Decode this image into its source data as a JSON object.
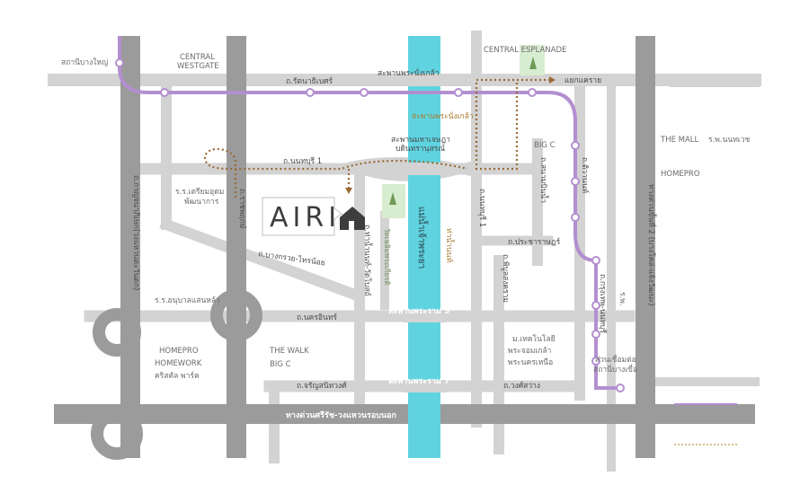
{
  "brand": {
    "name": "AIRI"
  },
  "river": {
    "label": "แม่น้ำเจ้าพระยา",
    "color": "#5fd4e0"
  },
  "colors": {
    "road": "#d3d3d3",
    "highway": "#9b9b9b",
    "purple_line": "#b38fd0",
    "boat_route": "#9a6a35",
    "park": "#d8ecd0"
  },
  "places": {
    "central_westgate": [
      "CENTRAL",
      "WESTGATE"
    ],
    "bang_yai_station": "สถานีบางใหญ่",
    "central_esplanade": "CENTRAL  ESPLANADE",
    "khae_rai": "แยกแคราย",
    "mall": "THE MALL",
    "hospital_nonthavej": "ร.พ.นนทเวช",
    "homepro_right": "HOMEPRO",
    "bigc_top": "BIG C",
    "pier_nonthaburi": "ท่าน้ำนนท์",
    "wat_chaloem": "วัดเฉลิมพระเกียรติ",
    "school_triam": [
      "ร.ร.เตรียมอุดม",
      "พัฒนาการ"
    ],
    "school_anuban": "ร.ร.อนุบาลแสนหล้า",
    "homepro_left": [
      "HOMEPRO",
      "HOMEWORK",
      "คริสคัล พาร์ค"
    ],
    "thewalk": [
      "THE WALK",
      "BIG C"
    ],
    "tech_univ": [
      "ม.เทคโนโลยี",
      "พระจอมเกล้า",
      "พระนครเหนือ"
    ],
    "hospital_pranangklao": "ร.พ.",
    "sanambinnam_station": [
      "ส่วนเชื่อมต่อ",
      "สถานีบางเขื่อ"
    ]
  },
  "roads": {
    "rattanathibet": "ถ.รัตนาธิเบศร์",
    "bridge_phra_nang_klao": "สะพานพระนั่งเกล้า",
    "bridge_phra_nang_klao_2": "สะพานพระนั่งเกล้า",
    "bridge_maha_chesada": [
      "สะพานมหาเจษฎา",
      "บดินทรานุสรณ์"
    ],
    "nonthaburi_1": "ถ.นนทบุรี 1",
    "nonthaburi_1_v": "ถ.นนทบุรี 1",
    "tiwanon": "ถ.ติวานนท์",
    "sanam_bin_nam": "ถ.สนามบินน้ำ",
    "phibunsongkhram": "ถ.พิบูลสงคราม",
    "pracharat": "ถ.ประชาราษฎร์",
    "bang_kruai_sai_noi": "ถ.บางกรวย-ไทรน้อย",
    "ratchaphruek": "ถ.ราชพฤกษ์",
    "kanchanaphisek": "ถ.กาญจนาภิเษก(วงแหวนตะวันตก)",
    "chaeng_watthana": "ทางด่วนขั้นที่ 2 (บางโคล่-แจ้งวัฒนะ)",
    "nakhon_in": "ถ.นครอินทร์",
    "bridge_rama5": "สะพานพระราม 5",
    "charan_sanitwong": "ถ.จรัญสนิทวงศ์",
    "bridge_rama7": "สะพานพระราม 7",
    "wongsawang": "ถ.วงศ์สว่าง",
    "bang_kruai_canal": "ถ.กรุงเทพ-นนทบุรี",
    "pier_road": "ถ.ท่าน้ำนนท์-วัดโบสถ์",
    "expressway_si_rat": "ทางด่วนศรีรัช-วงแหวนรอบนอก"
  }
}
